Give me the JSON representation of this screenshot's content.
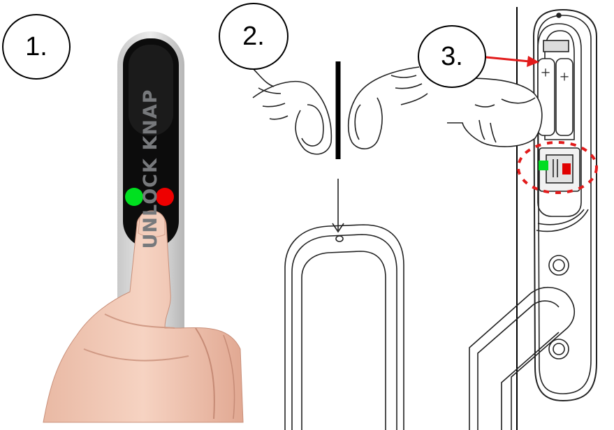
{
  "steps": [
    {
      "number": "1."
    },
    {
      "number": "2."
    },
    {
      "number": "3."
    }
  ],
  "panel1": {
    "side_label": "UNLOCK KNAP",
    "led_colors": {
      "green": "#00e020",
      "red": "#ee0000"
    }
  },
  "panel3": {
    "battery_polarity": [
      "+",
      "+"
    ],
    "arrow_color": "#e21b1b",
    "highlight_color": "#e21b1b",
    "led_colors": {
      "green": "#00dd22",
      "red": "#e00000"
    }
  },
  "icons": [
    "finger-pointing-icon",
    "pinch-fingers-icon",
    "thumb-icon",
    "arrow-down-icon",
    "battery-icon"
  ]
}
